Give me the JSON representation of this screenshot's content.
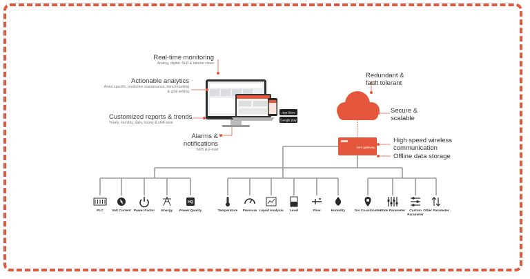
{
  "features_left": [
    {
      "title": "Real-time monitoring",
      "sub": "Analog, digital, SLD & tabular views"
    },
    {
      "title": "Actionable analytics",
      "sub": "Asset specific, predictive maintenance, benchmarking & goal setting"
    },
    {
      "title": "Customized reports & trends",
      "sub": "Yearly, monthly, daily, hourly & shift-wise"
    },
    {
      "title": "Alarms & notifications",
      "sub": "SMS & e-mail"
    }
  ],
  "features_right": [
    {
      "title": "Redundant & fault tolerant"
    },
    {
      "title": "Secure & scalable"
    },
    {
      "title": "High speed wireless communication"
    },
    {
      "title": "Offline data storage"
    }
  ],
  "app_badges": {
    "app_store": "App Store",
    "google_play": "Google play"
  },
  "gateway_label": "nsm gateway",
  "groups": [
    {
      "items": [
        {
          "label": "PLC",
          "icon": "plc-icon"
        },
        {
          "label": "Volt Current",
          "icon": "volt-current-icon"
        },
        {
          "label": "Power Factor",
          "icon": "power-factor-icon"
        },
        {
          "label": "Energy",
          "icon": "energy-icon"
        },
        {
          "label": "Power Quality",
          "icon": "power-quality-icon"
        }
      ]
    },
    {
      "items": [
        {
          "label": "Temperature",
          "icon": "thermometer-icon"
        },
        {
          "label": "Pressure",
          "icon": "pressure-gauge-icon"
        },
        {
          "label": "Liquid Analysis",
          "icon": "liquid-analysis-icon"
        },
        {
          "label": "Level",
          "icon": "level-icon"
        },
        {
          "label": "Flow",
          "icon": "flow-icon"
        },
        {
          "label": "Humidity",
          "icon": "humidity-drop-icon"
        }
      ]
    },
    {
      "items": [
        {
          "label": "Gis Co-ordinates",
          "icon": "map-pin-icon"
        },
        {
          "label": "State Parameter",
          "icon": "state-parameter-icon"
        },
        {
          "label": "Custom Parameter",
          "icon": "custom-parameter-icon"
        },
        {
          "label": "Other Parameter",
          "icon": "other-parameter-icon"
        }
      ]
    }
  ],
  "colors": {
    "accent": "#e4573d",
    "line": "#9a9a9a",
    "text": "#333333"
  }
}
